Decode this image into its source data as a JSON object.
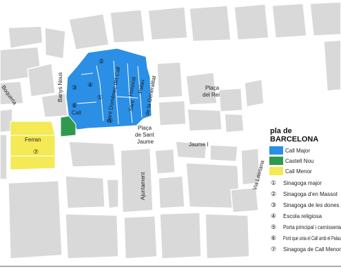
{
  "colors": {
    "call_major": "#2b8fe6",
    "castell_nou": "#2f9a4e",
    "call_menor": "#f3ea55",
    "blocks": "#d9d9d9",
    "background": "#ffffff"
  },
  "streets": {
    "barnys_nous": "Banys Nous",
    "boqueria": "Boqueria",
    "call": "Call",
    "ferran": "Ferran",
    "sant_domenec": "Sant Domènec del Call",
    "sant_honorat_1": "Honorat",
    "sant_honorat_2": "Sant",
    "palau_1": "Palau",
    "palau_2": "de la Generalitat",
    "placa_rei_1": "Plaça",
    "placa_rei_2": "del Rei",
    "placa_jaume_1": "Plaça",
    "placa_jaume_2": "de Sant",
    "placa_jaume_3": "Jaume",
    "jaume_i": "Jaume I",
    "ajuntament": "Ajuntament",
    "via_laietana": "Via Laietana"
  },
  "markers": [
    "②",
    "③",
    "④",
    "①",
    "⑥",
    "⑤",
    "⑦"
  ],
  "legend": {
    "title_1": "pla de",
    "title_2": "BARCELONA",
    "areas": [
      {
        "label": "Call Major"
      },
      {
        "label": "Castell Nou"
      },
      {
        "label": "Call Menor"
      }
    ],
    "items": [
      {
        "num": "①",
        "label": "Sinagoga major"
      },
      {
        "num": "②",
        "label": "Sinagoga d'en Massot"
      },
      {
        "num": "③",
        "label": "Sinagoga de les dones"
      },
      {
        "num": "④",
        "label": "Escola religiosa"
      },
      {
        "num": "⑤",
        "label": "Porta principal i carnisseria"
      },
      {
        "num": "⑥",
        "label": "Pont que unia el Call amb el Palau"
      },
      {
        "num": "⑦",
        "label": "Sinagoga de Call Menor"
      }
    ]
  }
}
